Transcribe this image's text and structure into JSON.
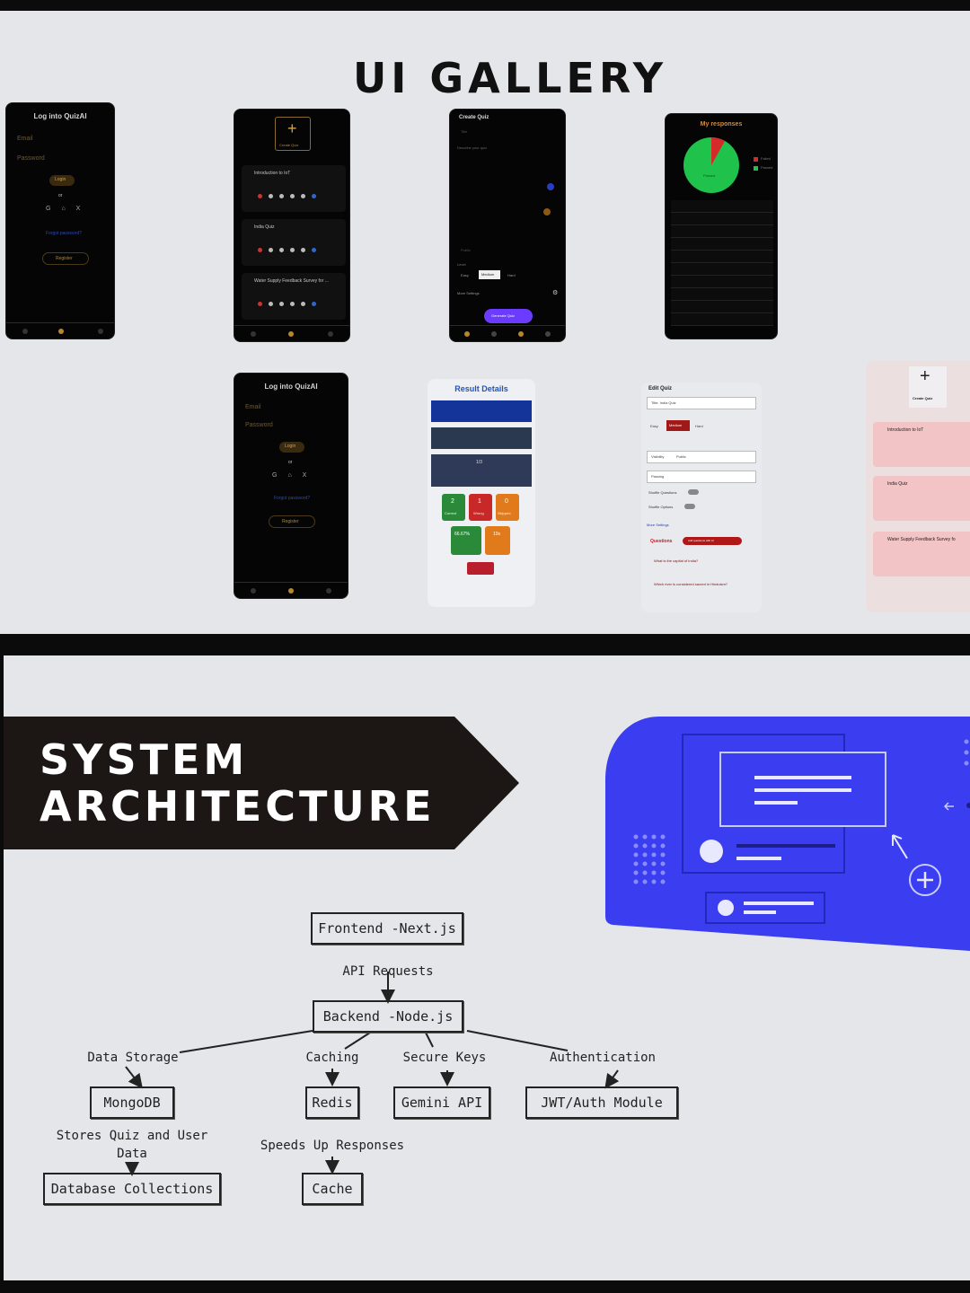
{
  "gallery": {
    "title": "UI GALLERY",
    "screens": {
      "login1": {
        "title": "Log into QuizAI",
        "email_label": "Email",
        "password_label": "Password",
        "login_button": "Login",
        "or_text": "or",
        "forgot_link": "Forgot password?",
        "register_button": "Register"
      },
      "quizlist1": {
        "create_label": "Create Quiz",
        "items": [
          "Introduction to IoT",
          "India Quiz",
          "Water Supply Feedback Survey for ..."
        ]
      },
      "create_quiz": {
        "title": "Create Quiz",
        "title_field": "Title",
        "describe_label": "Describe your quiz",
        "level_label": "Level",
        "levels": [
          "Easy",
          "Medium",
          "Hard"
        ],
        "visibility_label": "Visibility",
        "visibility_value": "Public",
        "more_settings": "More Settings",
        "generate_button": "Generate Quiz"
      },
      "responses": {
        "title": "My responses",
        "pie_label": "Passed",
        "legend": [
          "Failed",
          "Passed"
        ]
      },
      "login2": {
        "title": "Log into QuizAI",
        "email_label": "Email",
        "password_label": "Password",
        "login_button": "Login",
        "or_text": "or",
        "forgot_link": "Forgot password?",
        "register_button": "Register"
      },
      "result": {
        "title": "Result Details",
        "score": "1/3",
        "stats": [
          "2",
          "1",
          "0"
        ],
        "stat_labels": [
          "Correct",
          "Wrong",
          "Skipped"
        ],
        "percent": "66.67%",
        "time": "10s"
      },
      "edit_quiz": {
        "title": "Edit Quiz",
        "title_field": "Title: India Quiz",
        "levels": [
          "Easy",
          "Medium",
          "Hard"
        ],
        "visibility_label": "Visibility",
        "visibility_value": "Public",
        "passing_label": "Passing",
        "shuffle_questions": "Shuffle Questions",
        "shuffle_options": "Shuffle Options",
        "more_settings": "More Settings",
        "questions_label": "Questions",
        "add_button": "Add questions with AI",
        "q1": "What is the capital of India?",
        "q2": "Which river is considered sacred in Hinduism?"
      },
      "quizlist2": {
        "create_label": "Create Quiz",
        "items": [
          "Introduction to IoT",
          "India Quiz",
          "Water Supply Feedback Survey fo"
        ]
      }
    }
  },
  "architecture": {
    "title_line1": "SYSTEM",
    "title_line2": "ARCHITECTURE",
    "nodes": {
      "frontend": "Frontend -Next.js",
      "backend": "Backend -Node.js",
      "mongodb": "MongoDB",
      "redis": "Redis",
      "gemini": "Gemini API",
      "jwt": "JWT/Auth Module",
      "collections": "Database Collections",
      "cache": "Cache"
    },
    "edge_labels": {
      "api_requests": "API Requests",
      "data_storage": "Data Storage",
      "caching": "Caching",
      "secure_keys": "Secure Keys",
      "authentication": "Authentication",
      "stores_line1": "Stores Quiz and User",
      "stores_line2": "Data",
      "speeds_up": "Speeds Up Responses"
    },
    "colors": {
      "banner": "#1c1615",
      "illustration": "#3a3ef0",
      "ink": "#222222"
    }
  }
}
